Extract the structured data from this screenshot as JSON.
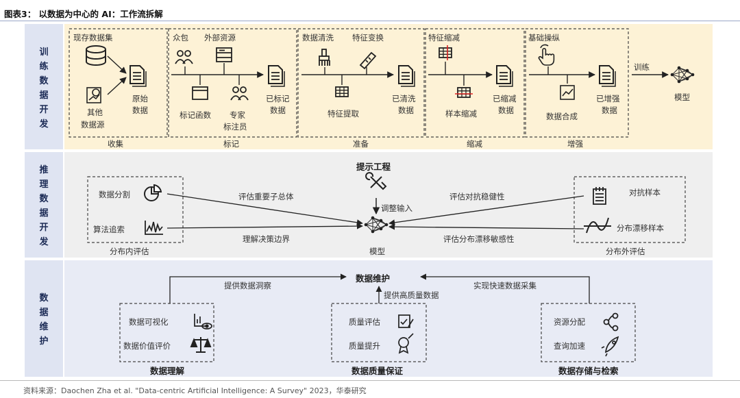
{
  "title": "图表3： 以数据为中心的 AI：工作流拆解",
  "source": "资料来源：Daochen Zha et al. \"Data-centric Artificial Intelligence: A Survey\" 2023，华泰研究",
  "colors": {
    "band1": "#fdf2d6",
    "band2": "#efefef",
    "band3": "#e8ebf5",
    "labelcol": "#dfe4f2"
  },
  "training": {
    "section_label": [
      "训",
      "练",
      "数",
      "据",
      "开",
      "发"
    ],
    "collect": {
      "title": "收集",
      "existing": "现存数据集",
      "other": [
        "其他",
        "数据源"
      ],
      "raw": [
        "原始",
        "数据"
      ]
    },
    "label": {
      "title": "标记",
      "crowd": "众包",
      "external": "外部资源",
      "func": "标记函数",
      "expert": [
        "专家",
        "标注员"
      ],
      "labeled": [
        "已标记",
        "数据"
      ]
    },
    "prepare": {
      "title": "准备",
      "clean": "数据清洗",
      "transform": "特征变换",
      "extract": "特征提取",
      "cleaned": [
        "已清洗",
        "数据"
      ]
    },
    "reduce": {
      "title": "缩减",
      "feature_reduce": "特征缩减",
      "sample_reduce": "样本缩减",
      "reduced": [
        "已缩减",
        "数据"
      ]
    },
    "augment": {
      "title": "增强",
      "manipulate": "基础操纵",
      "synth": "数据合成",
      "augmented": [
        "已增强",
        "数据"
      ]
    },
    "train_label": "训练",
    "model": "模型"
  },
  "inference": {
    "section_label": [
      "推",
      "理",
      "数",
      "据",
      "开",
      "发"
    ],
    "prompt": "提示工程",
    "adjust": "调整输入",
    "model": "模型",
    "left_box_title": "分布内评估",
    "split": "数据分割",
    "algo": "算法追索",
    "eval_subpop": "评估重要子总体",
    "decision": "理解决策边界",
    "right_box_title": "分布外评估",
    "adversarial": "对抗样本",
    "shift": "分布漂移样本",
    "robust": "评估对抗稳健性",
    "sensitivity": "评估分布漂移敏感性"
  },
  "maintenance": {
    "section_label": [
      "数",
      "据",
      "维",
      "护"
    ],
    "center": "数据维护",
    "insight": "提供数据洞察",
    "fast": "实现快速数据采集",
    "quality_in": "提供高质量数据",
    "understand_title": "数据理解",
    "visualize": "数据可视化",
    "valuation": "数据价值评价",
    "quality_title": "数据质量保证",
    "quality_eval": "质量评估",
    "quality_up": "质量提升",
    "storage_title": "数据存储与检索",
    "resource": "资源分配",
    "query": "查询加速"
  }
}
